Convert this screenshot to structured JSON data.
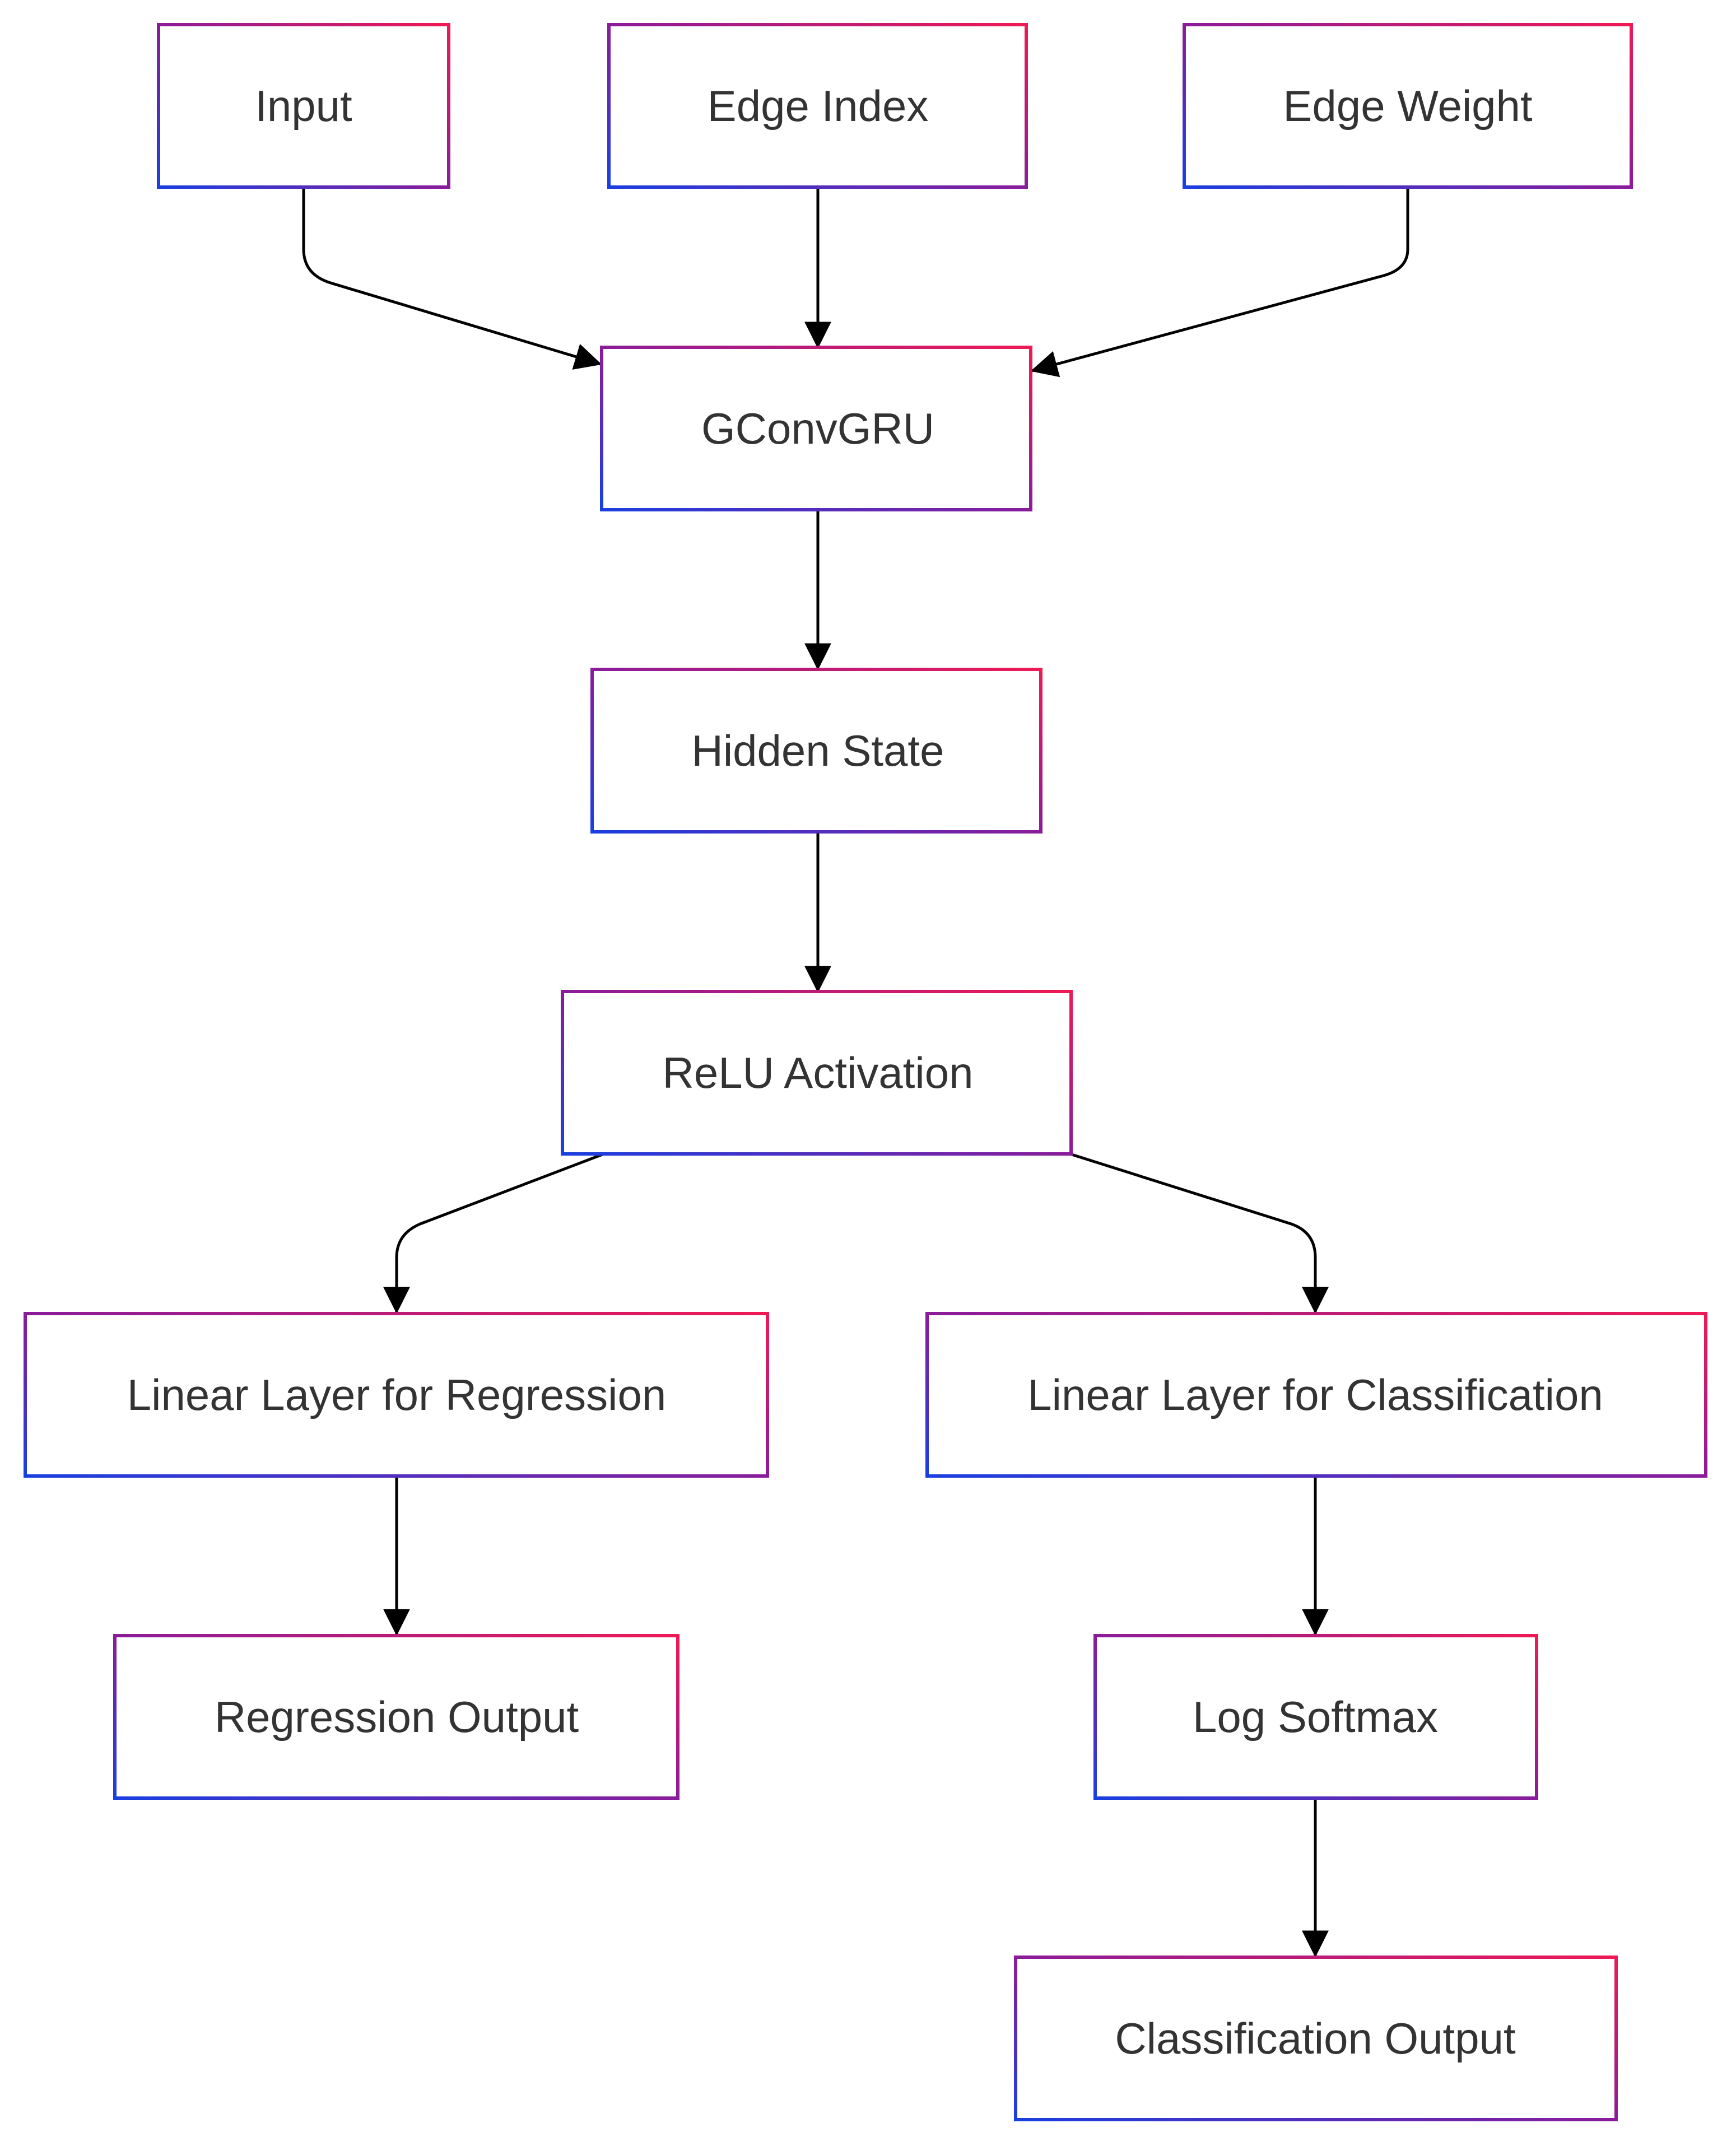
{
  "colors": {
    "border_start": "#1a3fe0",
    "border_mid": "#8a1c9a",
    "border_end": "#ee1a55",
    "edge": "#000000",
    "text": "#333333",
    "background": "#ffffff"
  },
  "nodes": {
    "input": "Input",
    "edge_index": "Edge Index",
    "edge_weight": "Edge Weight",
    "gconvgru": "GConvGRU",
    "hidden_state": "Hidden State",
    "relu": "ReLU Activation",
    "linear_regression": "Linear Layer for Regression",
    "linear_classification": "Linear Layer for Classification",
    "regression_output": "Regression Output",
    "log_softmax": "Log Softmax",
    "classification_output": "Classification Output"
  },
  "edges": [
    {
      "from": "input",
      "to": "gconvgru"
    },
    {
      "from": "edge_index",
      "to": "gconvgru"
    },
    {
      "from": "edge_weight",
      "to": "gconvgru"
    },
    {
      "from": "gconvgru",
      "to": "hidden_state"
    },
    {
      "from": "hidden_state",
      "to": "relu"
    },
    {
      "from": "relu",
      "to": "linear_regression"
    },
    {
      "from": "relu",
      "to": "linear_classification"
    },
    {
      "from": "linear_regression",
      "to": "regression_output"
    },
    {
      "from": "linear_classification",
      "to": "log_softmax"
    },
    {
      "from": "log_softmax",
      "to": "classification_output"
    }
  ]
}
